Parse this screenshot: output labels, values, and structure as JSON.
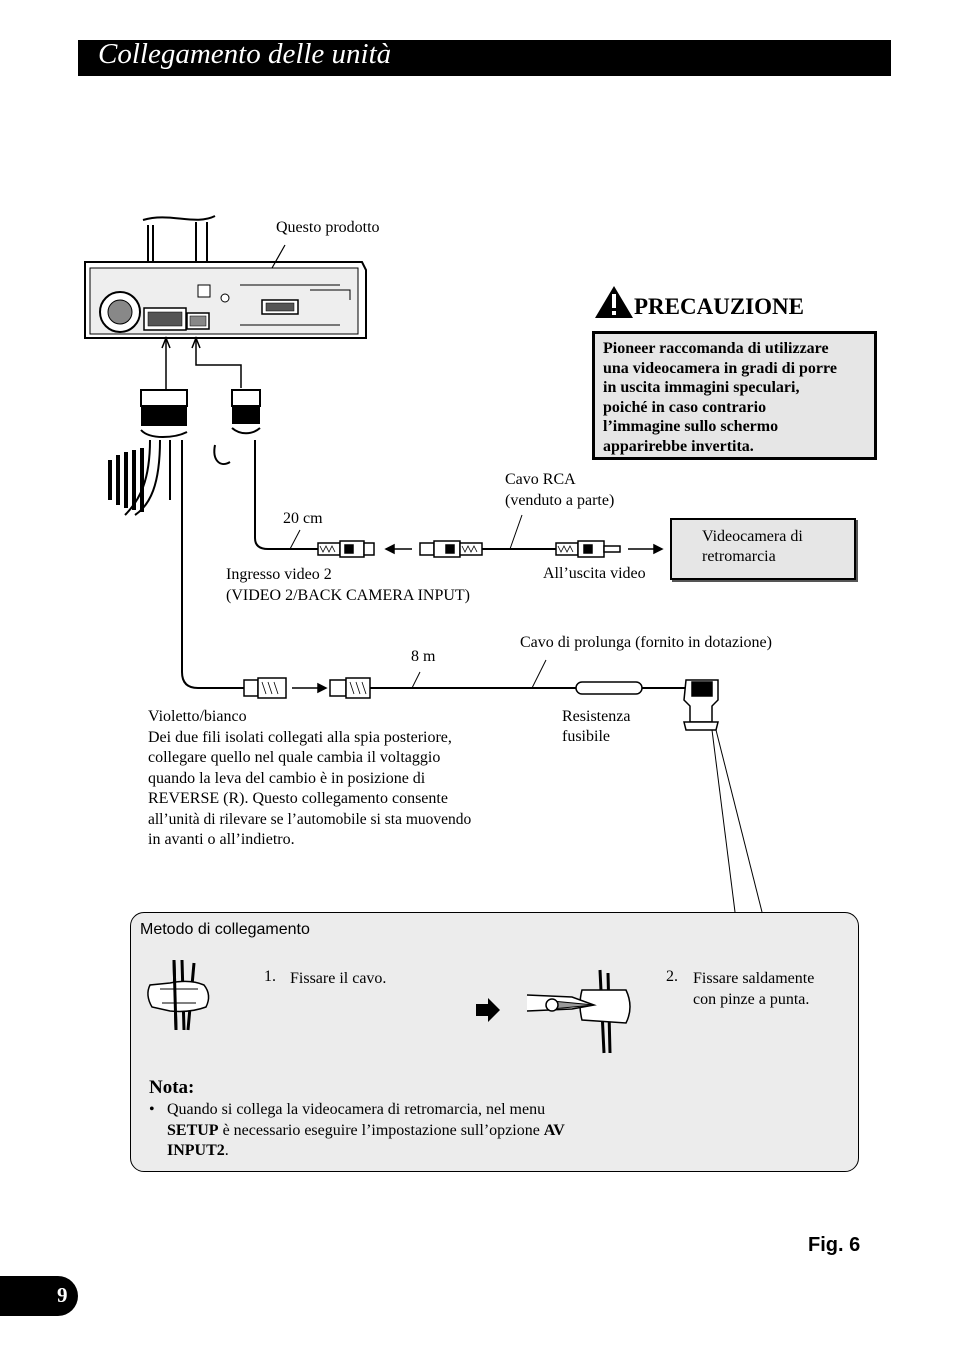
{
  "header": {
    "title": "Collegamento delle unità"
  },
  "labels": {
    "product": "Questo prodotto",
    "rca_cable_1": "Cavo RCA",
    "rca_cable_2": "(venduto a parte)",
    "length_20cm": "20 cm",
    "video_input_1": "Ingresso video 2",
    "video_input_2": "(VIDEO 2/BACK CAMERA INPUT)",
    "video_output": "All’uscita video",
    "extension_cable": "Cavo di prolunga (fornito in dotazione)",
    "length_8m": "8 m",
    "fuse_1": "Resistenza",
    "fuse_2": "fusibile",
    "camera_1": "Videocamera di",
    "camera_2": "retromarcia"
  },
  "violet_note": {
    "title": "Violetto/bianco",
    "lines": [
      "Dei due fili isolati collegati alla spia posteriore,",
      "collegare quello nel quale cambia il voltaggio",
      "quando la leva del cambio è in posizione di",
      "REVERSE (R). Questo collegamento consente",
      "all’unità di rilevare se l’automobile si sta muovendo",
      "in avanti o all’indietro."
    ]
  },
  "caution": {
    "title": "PRECAUZIONE",
    "lines": [
      "Pioneer raccomanda di utilizzare",
      "una videocamera in gradi di porre",
      "in uscita immagini speculari,",
      "poiché in caso contrario",
      "l’immagine sullo schermo",
      "apparirebbe invertita."
    ]
  },
  "method": {
    "title": "Metodo di collegamento",
    "step1_num": "1.",
    "step1_text": "Fissare il cavo.",
    "step2_num": "2.",
    "step2_line1": "Fissare saldamente",
    "step2_line2": "con pinze a punta."
  },
  "nota": {
    "title": "Nota:",
    "bullet": "•",
    "line1": "Quando si collega la videocamera di retromarcia, nel menu",
    "setup": "SETUP",
    "line2_mid": " è necessario eseguire l’impostazione sull’opzione ",
    "av": "AV",
    "input2": "INPUT2",
    "period": "."
  },
  "figure_label": "Fig. 6",
  "page_number": "9"
}
